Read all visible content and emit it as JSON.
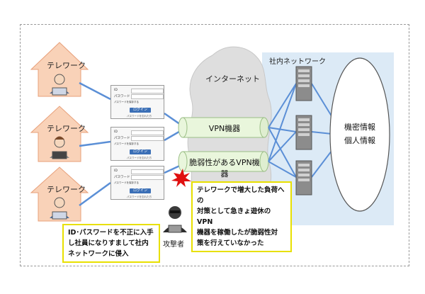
{
  "telework_houses": [
    {
      "label": "テレワーク"
    },
    {
      "label": "テレワーク"
    },
    {
      "label": "テレワーク"
    }
  ],
  "login_form": {
    "id_label": "ID",
    "password_label": "パスワード",
    "remember_label": "パスワードを保存する",
    "button_label": "ログイン",
    "forgot_label": "パスワードを忘れた方"
  },
  "internet": {
    "label": "インターネット"
  },
  "vpn_devices": [
    {
      "label": "VPN機器"
    },
    {
      "label": "脆弱性があるVPN機器"
    }
  ],
  "office_network": {
    "label": "社内ネットワーク"
  },
  "info_store": {
    "line1": "機密情報",
    "line2": "個人情報"
  },
  "callouts": {
    "vpn_issue": [
      "テレワークで増大した負荷への",
      "対策として急きょ遊休のVPN",
      "機器を稼働したが脆弱性対",
      "策を行えていなかった"
    ],
    "intrusion": [
      "ID･パスワードを不正に入手",
      "し社員になりすまして社内",
      "ネットワークに侵入"
    ]
  },
  "attacker": {
    "label": "攻撃者"
  },
  "colors": {
    "house_fill": "#f9d2b8",
    "house_stroke": "#e8a07a",
    "network_bg": "#dceaf6",
    "cylinder_fill": "#e9f6dc",
    "line_blue": "#5b8fd6",
    "callout_border": "#e8e000"
  }
}
